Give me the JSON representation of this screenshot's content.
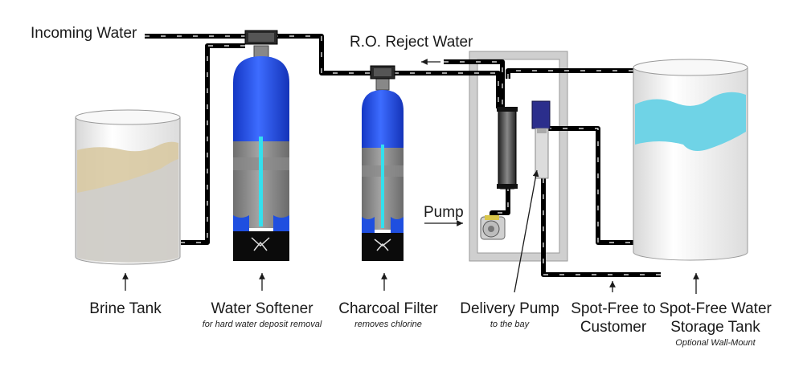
{
  "labels": {
    "incoming_water": "Incoming Water",
    "ro_reject_water": "R.O. Reject Water",
    "pump": "Pump",
    "brine_tank": "Brine Tank",
    "water_softener": "Water Softener",
    "water_softener_note": "for hard water deposit removal",
    "charcoal_filter": "Charcoal Filter",
    "charcoal_filter_note": "removes chlorine",
    "delivery_pump": "Delivery Pump",
    "delivery_pump_note": "to the bay",
    "spot_free_customer_line1": "Spot-Free to",
    "spot_free_customer_line2": "Customer",
    "storage_tank_line1": "Spot-Free Water",
    "storage_tank_line2": "Storage Tank",
    "storage_tank_note": "Optional Wall-Mount"
  },
  "colors": {
    "pipe": "#000000",
    "pipe_dash": "#ffffff",
    "tank_blue": "#1f4fe0",
    "media_gray": "#8c8c8c",
    "riser_cyan": "#33e0ee",
    "water_cyan": "#6fd3e6",
    "brine_sand": "#d8c9a2",
    "tank_body": "#f2f2f2",
    "frame_gray": "#c9c9c9",
    "pump_purple": "#2b2e8c"
  }
}
